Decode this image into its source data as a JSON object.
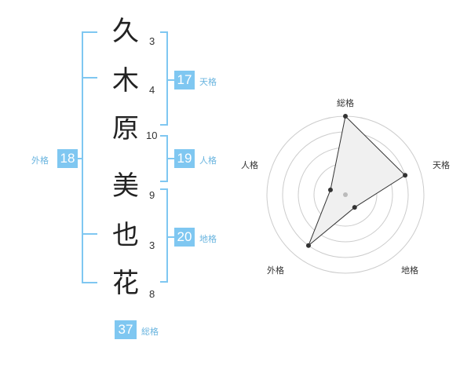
{
  "name": {
    "characters": [
      {
        "char": "久",
        "strokes": "3"
      },
      {
        "char": "木",
        "strokes": "4"
      },
      {
        "char": "原",
        "strokes": "10"
      },
      {
        "char": "美",
        "strokes": "9"
      },
      {
        "char": "也",
        "strokes": "3"
      },
      {
        "char": "花",
        "strokes": "8"
      }
    ]
  },
  "scores": {
    "tenkaku": {
      "value": "17",
      "label": "天格"
    },
    "jinkaku": {
      "value": "19",
      "label": "人格"
    },
    "chikaku": {
      "value": "20",
      "label": "地格"
    },
    "gaikaku": {
      "value": "18",
      "label": "外格"
    },
    "soukaku": {
      "value": "37",
      "label": "総格"
    }
  },
  "radar": {
    "axes": [
      "総格",
      "天格",
      "地格",
      "外格",
      "人格"
    ],
    "levels": 5,
    "values": [
      5,
      4,
      1,
      4,
      1
    ],
    "colors": {
      "grid": "#cccccc",
      "fill": "#f0f0f0",
      "stroke": "#333333",
      "point": "#333333",
      "center": "#bbbbbb"
    }
  }
}
